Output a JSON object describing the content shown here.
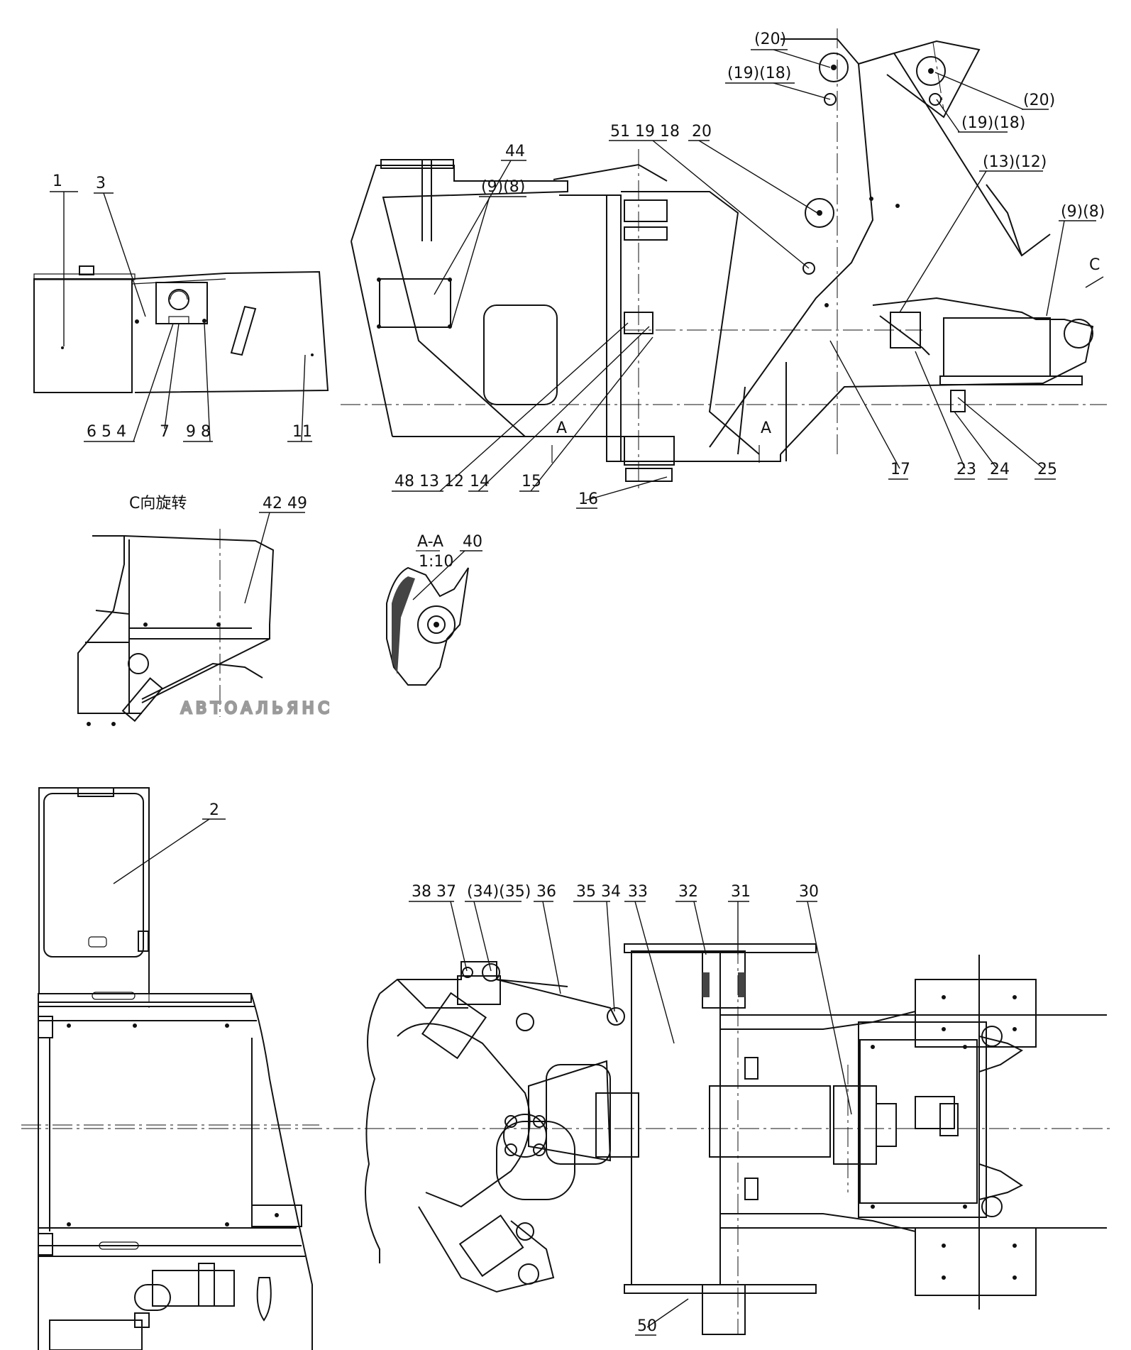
{
  "watermark": "АВТОАЛЬЯНС",
  "view_labels": {
    "rotation_view": "C向旋转",
    "section_aa": "A-A",
    "section_scale": "1:10",
    "section_mark": "A",
    "direction_mark": "C"
  },
  "callouts_top_left": [
    "1",
    "3",
    "6 5 4",
    "7",
    "9 8",
    "11"
  ],
  "callouts_top_right": [
    "(20)",
    "(19)(18)",
    "(20)",
    "(19)(18)",
    "51 19 18",
    "20",
    "44",
    "(9)(8)",
    "(13)(12)",
    "(9)(8)",
    "48 13 12",
    "14",
    "15",
    "16",
    "17",
    "23",
    "24",
    "25"
  ],
  "callouts_middle": [
    "42 49",
    "40"
  ],
  "callouts_bottom": [
    "2",
    "38 37",
    "(34)(35)",
    "36",
    "35 34",
    "33",
    "32",
    "31",
    "30",
    "50"
  ]
}
